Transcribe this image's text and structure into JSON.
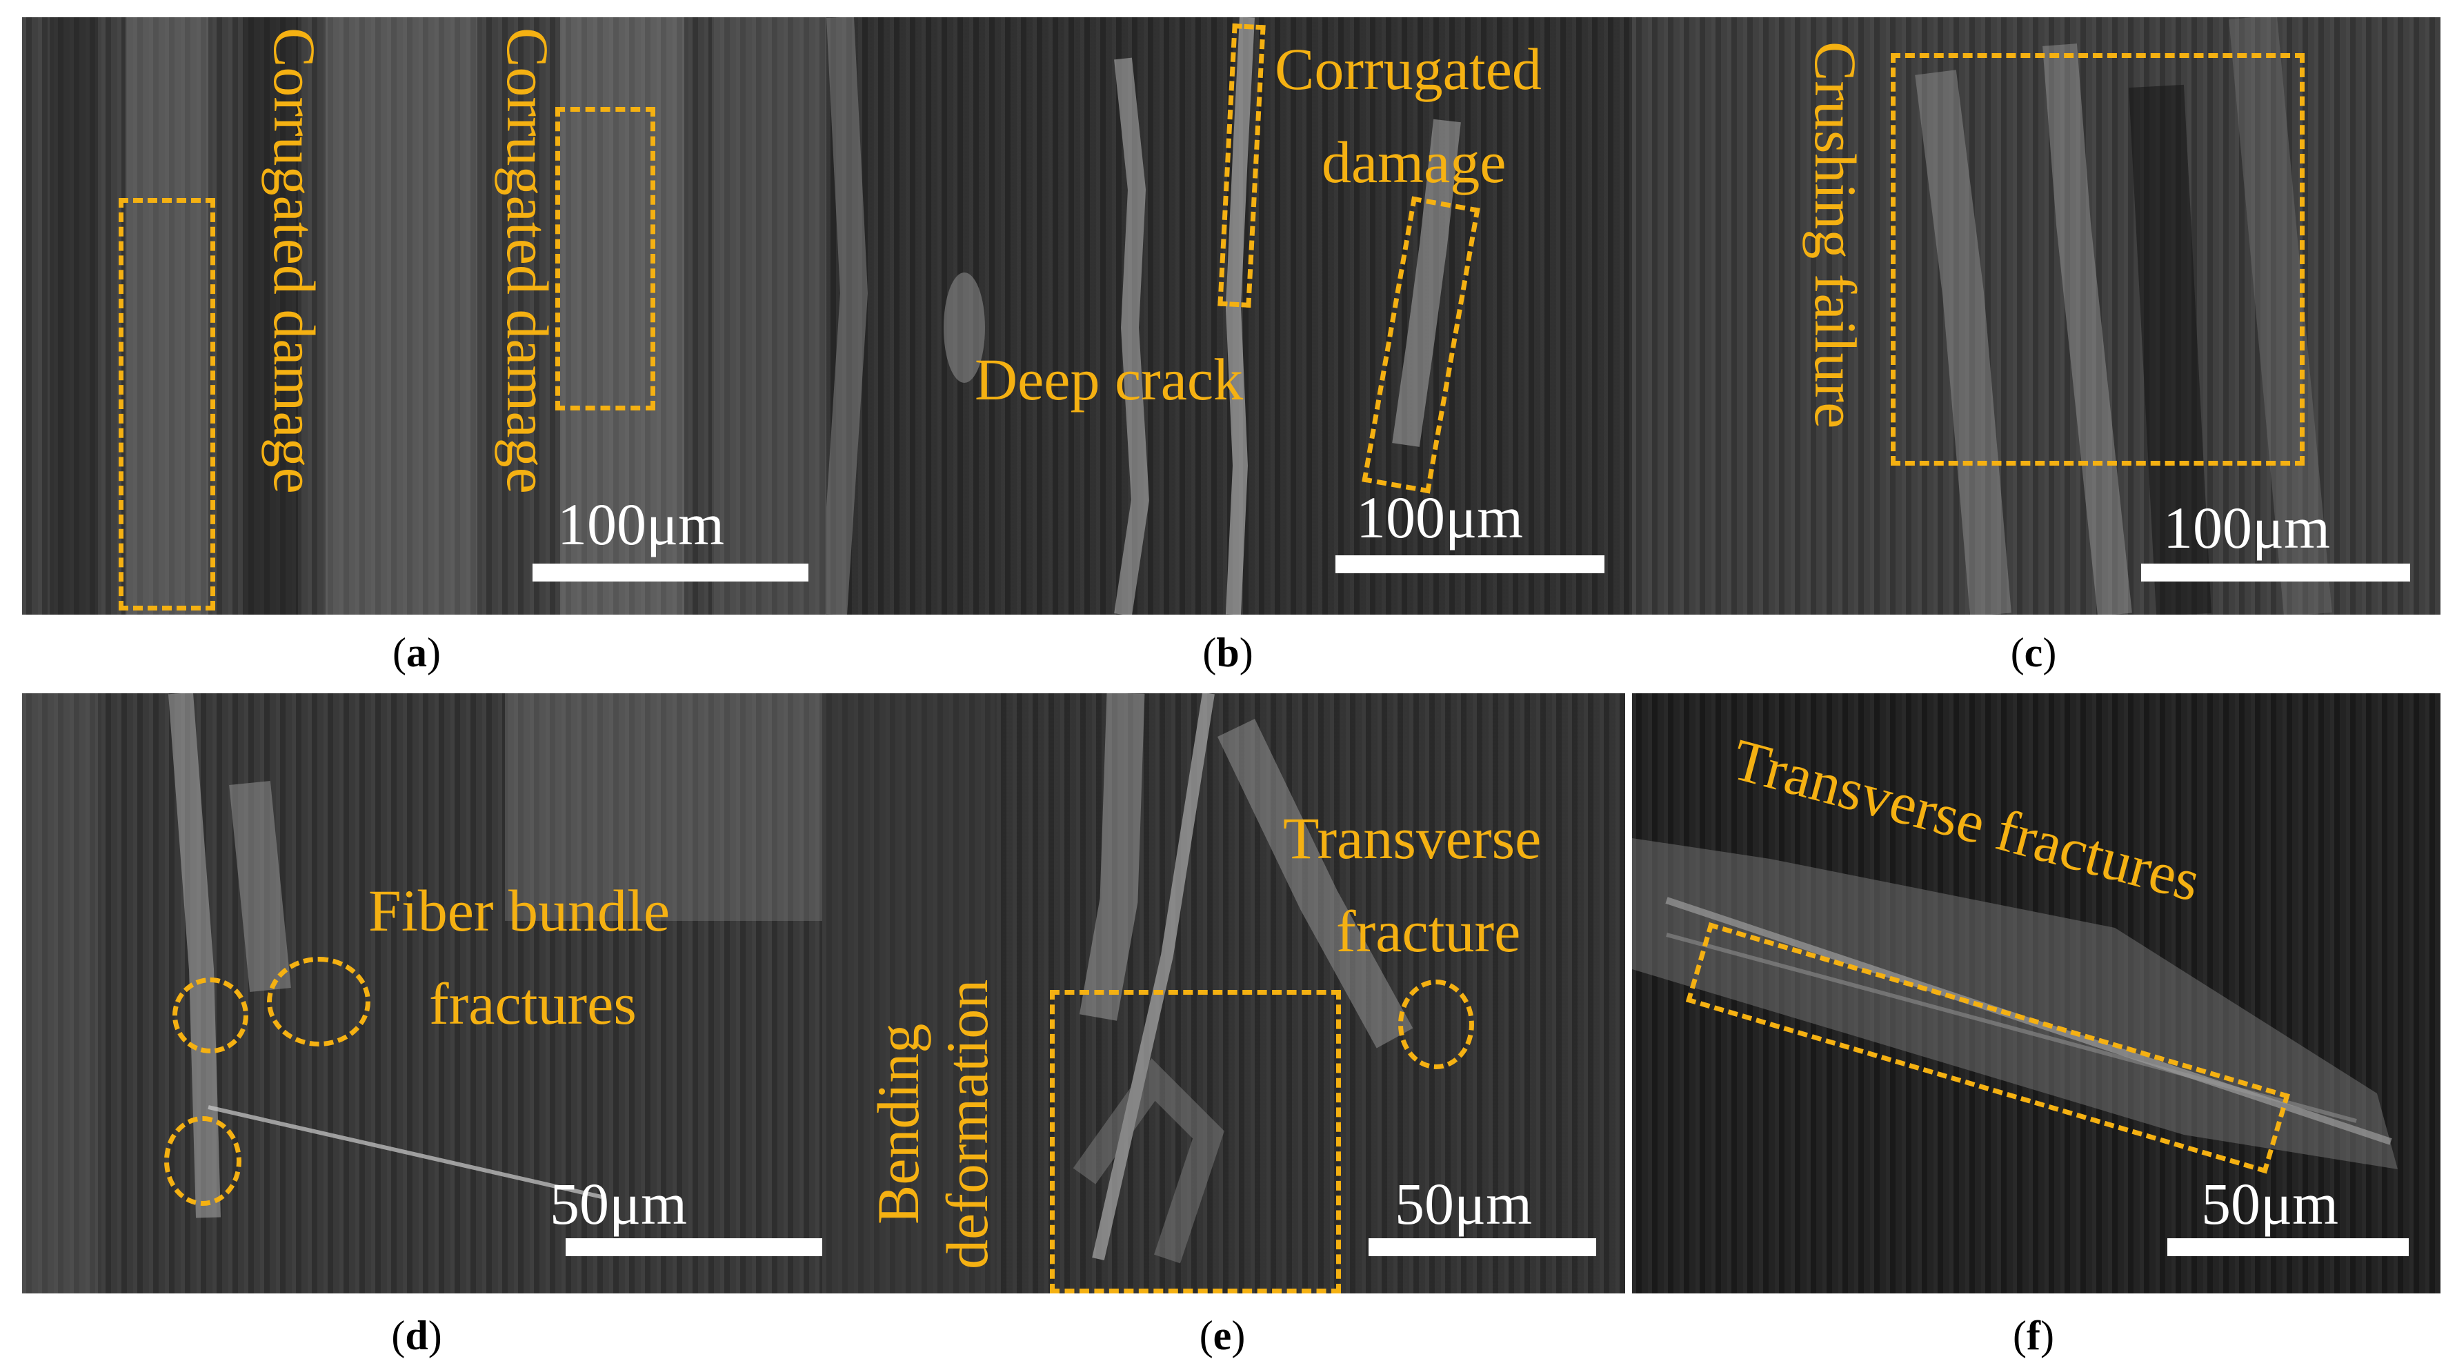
{
  "panels": {
    "a": {
      "caption_letter": "a",
      "annotations": [
        "Corrugated damage",
        "Corrugated damage"
      ],
      "scale": "100μm"
    },
    "b": {
      "caption_letter": "b",
      "annotations": [
        "Corrugated",
        "damage",
        "Deep crack"
      ],
      "scale": "100μm"
    },
    "c": {
      "caption_letter": "c",
      "annotations": [
        "Crushing failure"
      ],
      "scale": "100μm"
    },
    "d": {
      "caption_letter": "d",
      "annotations": [
        "Fiber bundle",
        "fractures"
      ],
      "scale": "50μm"
    },
    "e": {
      "caption_letter": "e",
      "annotations": [
        "Transverse",
        "fracture",
        "Bending",
        "deformation"
      ],
      "scale": "50μm"
    },
    "f": {
      "caption_letter": "f",
      "annotations": [
        "Transverse fractures"
      ],
      "scale": "50μm"
    }
  },
  "caption_brackets": {
    "open": "(",
    "close": ")"
  },
  "colors": {
    "annotation": "#f5b112",
    "scale": "#ffffff",
    "sem_background": "#3a3a3a"
  }
}
